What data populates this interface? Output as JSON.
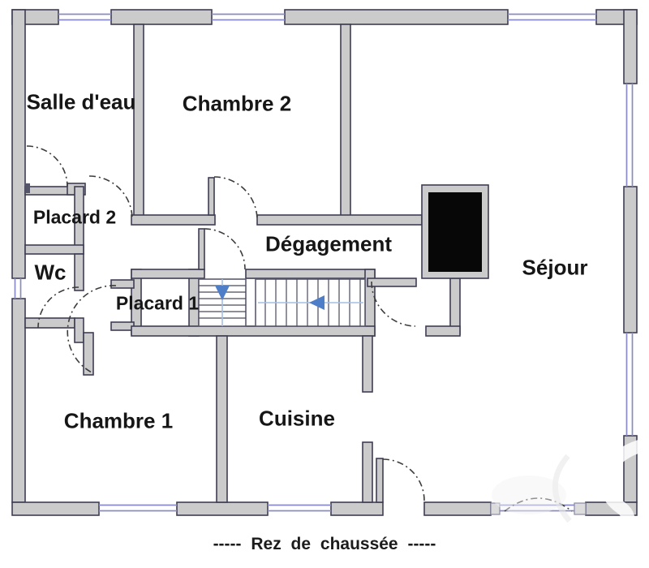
{
  "floor_plan": {
    "floor_name": "Rez de chaussée",
    "caption": "-----  Rez de chaussée  -----",
    "rooms": [
      {
        "id": "salle-deau",
        "label": "Salle d'eau"
      },
      {
        "id": "chambre-2",
        "label": "Chambre 2"
      },
      {
        "id": "placard-2",
        "label": "Placard 2"
      },
      {
        "id": "wc",
        "label": "Wc"
      },
      {
        "id": "degagement",
        "label": "Dégagement"
      },
      {
        "id": "placard-1",
        "label": "Placard 1"
      },
      {
        "id": "sejour",
        "label": "Séjour"
      },
      {
        "id": "chambre-1",
        "label": "Chambre 1"
      },
      {
        "id": "cuisine",
        "label": "Cuisine"
      }
    ],
    "stairs": {
      "flights": 2,
      "arrow_directions": [
        "down",
        "left"
      ]
    },
    "colors": {
      "wall_fill": "#cbcbcb",
      "wall_stroke": "#3e3e54",
      "window_blue": "#8a8ac6",
      "stair_arrow_blue": "#4f7ec9",
      "stair_line_blue": "#a3bfe4",
      "chimney_black": "#070707",
      "door_stroke": "#3c3c3c",
      "label_text": "#161616"
    }
  }
}
